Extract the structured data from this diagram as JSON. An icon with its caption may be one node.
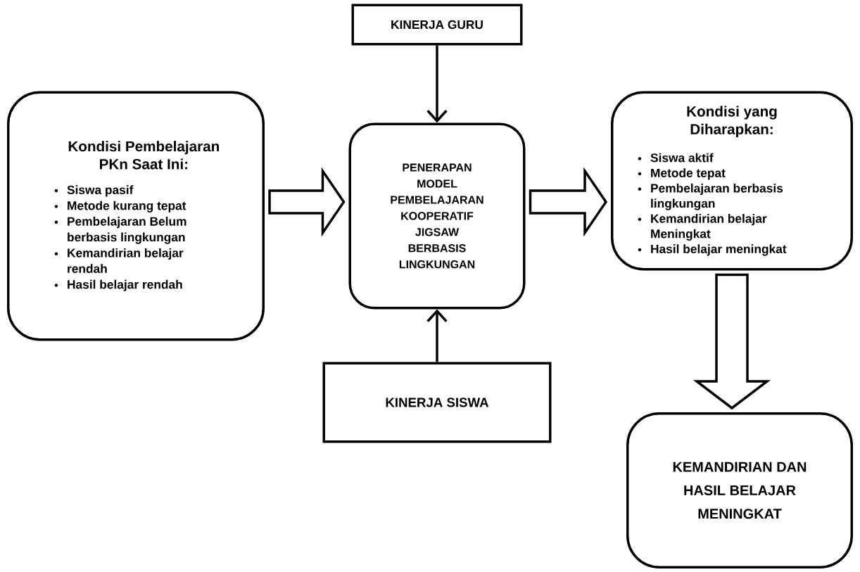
{
  "diagram": {
    "nodes": [
      {
        "text": [
          "KINERJA GURU"
        ]
      },
      {
        "text": [
          "Kondisi Pembelajaran PKn Saat Ini:",
          "Siswa pasif",
          "Metode kurang tepat",
          "Pembelajaran Belum berbasis lingkungan",
          "Kemandirian belajar rendah",
          "Hasil belajar rendah"
        ]
      },
      {
        "text": [
          "PENERAPAN MODEL PEMBELAJARAN KOOPERATIF JIGSAW BERBASIS LINGKUNGAN"
        ]
      },
      {
        "text": [
          "Kondisi yang Diharapkan:",
          "Siswa aktif",
          "Metode tepat",
          "Pembelajaran berbasis lingkungan",
          "Kemandirian belajar Meningkat",
          "Hasil belajar meningkat"
        ]
      },
      {
        "text": [
          "KINERJA SISWA"
        ]
      },
      {
        "text": [
          "KEMANDIRIAN DAN HASIL BELAJAR MENINGKAT"
        ]
      }
    ],
    "edges": [
      {
        "from": 0,
        "to": 2,
        "arrow": "to"
      },
      {
        "from": 1,
        "to": 2,
        "arrow": "to",
        "style": "thick"
      },
      {
        "from": 2,
        "to": 3,
        "arrow": "to",
        "style": "thick"
      },
      {
        "from": 4,
        "to": 2,
        "arrow": "to"
      },
      {
        "from": 3,
        "to": 5,
        "arrow": "to",
        "style": "thick"
      }
    ]
  }
}
